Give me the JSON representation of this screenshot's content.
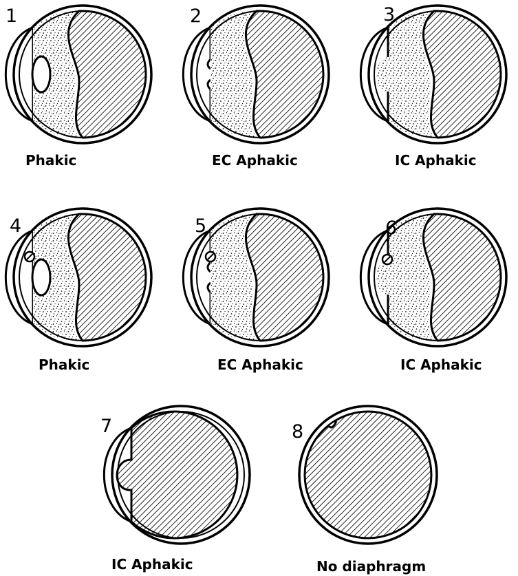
{
  "figure": {
    "panels": [
      {
        "number": "1",
        "caption": "Phakic",
        "variant": "phakic",
        "marker": false
      },
      {
        "number": "2",
        "caption": "EC Aphakic",
        "variant": "ec-aphakic",
        "marker": false
      },
      {
        "number": "3",
        "caption": "IC Aphakic",
        "variant": "ic-aphakic",
        "marker": false
      },
      {
        "number": "4",
        "caption": "Phakic",
        "variant": "phakic",
        "marker": true
      },
      {
        "number": "5",
        "caption": "EC Aphakic",
        "variant": "ec-aphakic",
        "marker": true
      },
      {
        "number": "6",
        "caption": "IC Aphakic",
        "variant": "ic-aphakic",
        "marker": true
      },
      {
        "number": "7",
        "caption": "IC Aphakic",
        "variant": "ic-aphakic-no-vitreous",
        "marker": false
      },
      {
        "number": "8",
        "caption": "No diaphragm",
        "variant": "no-diaphragm",
        "marker": false
      }
    ]
  }
}
